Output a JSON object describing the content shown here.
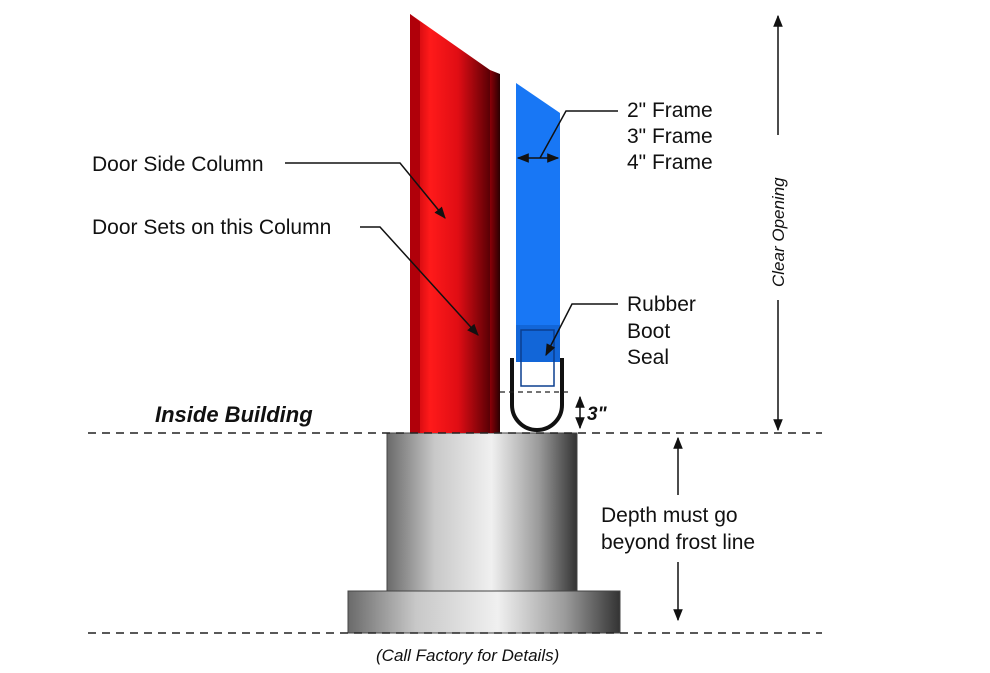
{
  "labels": {
    "door_side_column": "Door Side Column",
    "door_sets_on_column": "Door Sets on this Column",
    "frame_sizes": [
      "2\" Frame",
      "3\" Frame",
      "4\" Frame"
    ],
    "rubber_boot_seal": [
      "Rubber",
      "Boot",
      "Seal"
    ],
    "clear_opening": "Clear Opening",
    "inside_building": "Inside Building",
    "gap_measure": "3\"",
    "depth_note": [
      "Depth must go",
      "beyond frost line"
    ],
    "footer_note": "(Call Factory for Details)"
  },
  "colors": {
    "column_red": "#e8141c",
    "frame_blue": "#1877f5",
    "footing_gray": "#9a9a9a"
  }
}
